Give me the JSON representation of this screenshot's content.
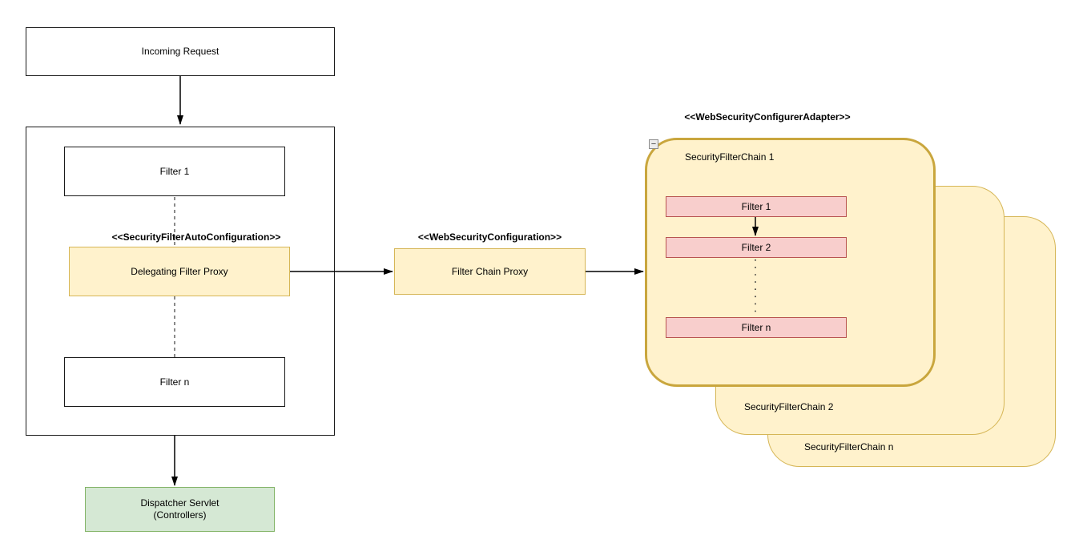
{
  "diagram": {
    "incoming_request": {
      "label": "Incoming Request"
    },
    "servlet_container": {
      "filter_1": "Filter 1",
      "delegating_filter_proxy": "Delegating Filter Proxy",
      "filter_n": "Filter n"
    },
    "stereotypes": {
      "auto_configuration": "<<SecurityFilterAutoConfiguration>>",
      "web_security_configuration": "<<WebSecurityConfiguration>>",
      "configurer_adapter": "<<WebSecurityConfigurerAdapter>>"
    },
    "filter_chain_proxy": {
      "label": "Filter Chain Proxy"
    },
    "dispatcher_servlet": {
      "line1": "Dispatcher Servlet",
      "line2": "(Controllers)"
    },
    "chains": {
      "chain_1": {
        "label": "SecurityFilterChain 1",
        "filter_1": "Filter 1",
        "filter_2": "Filter 2",
        "filter_n": "Filter n"
      },
      "chain_2": {
        "label": "SecurityFilterChain 2"
      },
      "chain_n": {
        "label": "SecurityFilterChain n"
      }
    },
    "icons": {
      "collapse_glyph": "−"
    },
    "colors": {
      "yellow_fill": "#FFF2CC",
      "yellow_border": "#D6B656",
      "chain_front_border": "#C9A63D",
      "pink_fill": "#F8CECC",
      "pink_border": "#B85450",
      "green_fill": "#D5E8D4",
      "green_border": "#82B366",
      "node_border": "#1A1A1A",
      "connector": "#000000",
      "dashed_connector": "#595959"
    }
  }
}
